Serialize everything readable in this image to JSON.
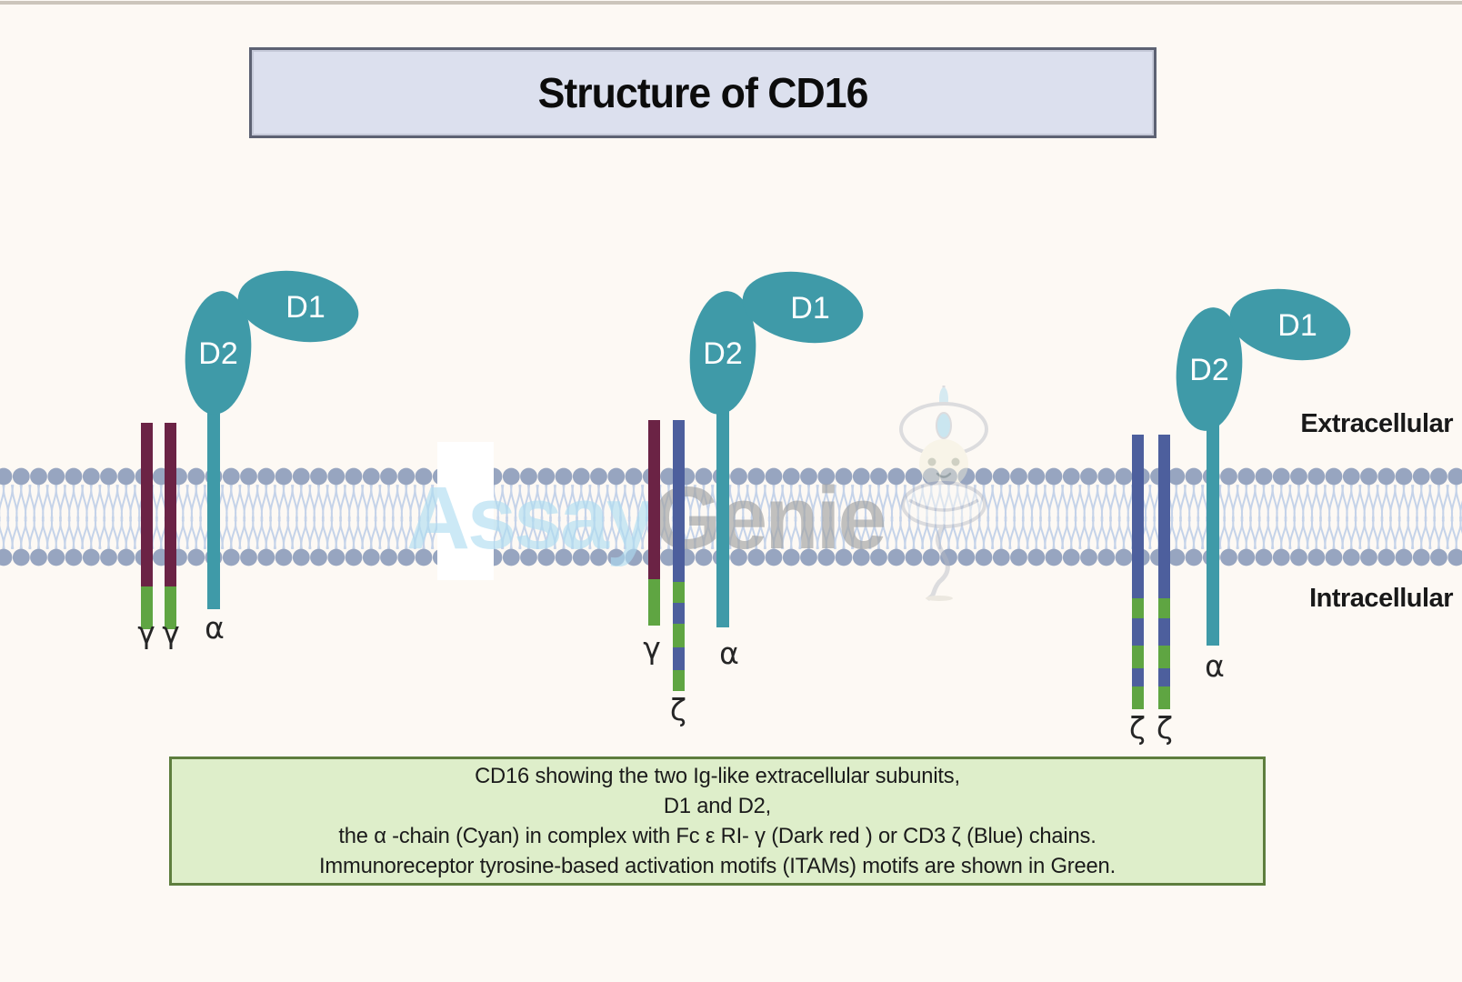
{
  "title": "Structure of CD16",
  "region_labels": {
    "extracellular": "Extracellular",
    "intracellular": "Intracellular"
  },
  "watermark": {
    "part1": "Assay",
    "part2": "Genie"
  },
  "complexes": [
    {
      "d1": "D1",
      "d2": "D2",
      "alpha_label": "α",
      "chains": [
        {
          "type": "gamma",
          "label": "γ"
        },
        {
          "type": "gamma",
          "label": "γ"
        }
      ]
    },
    {
      "d1": "D1",
      "d2": "D2",
      "alpha_label": "α",
      "chains": [
        {
          "type": "gamma",
          "label": "γ"
        },
        {
          "type": "zeta",
          "label": "ζ"
        }
      ]
    },
    {
      "d1": "D1",
      "d2": "D2",
      "alpha_label": "α",
      "chains": [
        {
          "type": "zeta",
          "label": "ζ"
        },
        {
          "type": "zeta",
          "label": "ζ"
        }
      ]
    }
  ],
  "caption": {
    "lines": [
      "CD16 showing the two Ig-like extracellular subunits,",
      "D1 and D2,",
      "the α -chain (Cyan) in complex with Fc ε RI- γ (Dark red ) or CD3 ζ (Blue) chains.",
      "Immunoreceptor tyrosine-based activation motifs (ITAMs) motifs are shown in Green."
    ]
  },
  "colors": {
    "alpha_chain_cyan": "#3f9aa8",
    "gamma_chain_dark_red": "#6b2345",
    "zeta_chain_blue": "#4d5f9d",
    "itam_green": "#5fa542",
    "membrane_head": "#97a5c0",
    "membrane_tail": "#c5d3e9",
    "title_box_bg": "#dce0ee",
    "title_box_border": "#5d6273",
    "caption_box_bg": "#deeeca",
    "caption_box_border": "#5e7e3e",
    "background": "#fdf9f4",
    "watermark_blue": "#aeddf2",
    "watermark_gray": "#9e9e9e"
  }
}
